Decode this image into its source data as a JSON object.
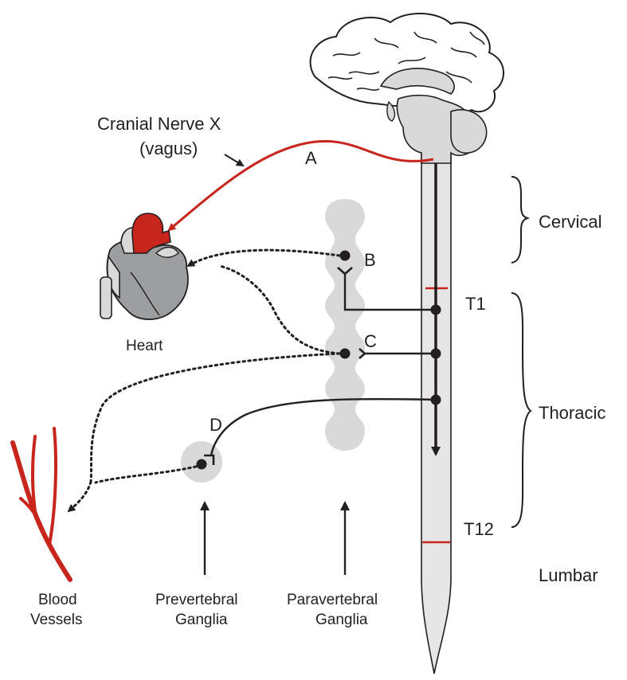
{
  "labels": {
    "cranial_nerve": "Cranial Nerve X",
    "vagus": "(vagus)",
    "a": "A",
    "b": "B",
    "c": "C",
    "d": "D",
    "cervical": "Cervical",
    "thoracic": "Thoracic",
    "lumbar": "Lumbar",
    "t1": "T1",
    "t12": "T12",
    "heart": "Heart",
    "blood_vessels_1": "Blood",
    "blood_vessels_2": "Vessels",
    "prevertebral_1": "Prevertebral",
    "prevertebral_2": "Ganglia",
    "paravertebral_1": "Paravertebral",
    "paravertebral_2": "Ganglia"
  },
  "colors": {
    "nerve_red": "#c8251d",
    "ink": "#231f20",
    "chain_gray": "#d9d9da",
    "cord_fill": "#e6e6e7",
    "heart_gray": "#9d9ea0"
  },
  "icons": [
    "brain-icon",
    "heart-icon",
    "blood-vessels-icon",
    "spinal-cord-icon"
  ]
}
